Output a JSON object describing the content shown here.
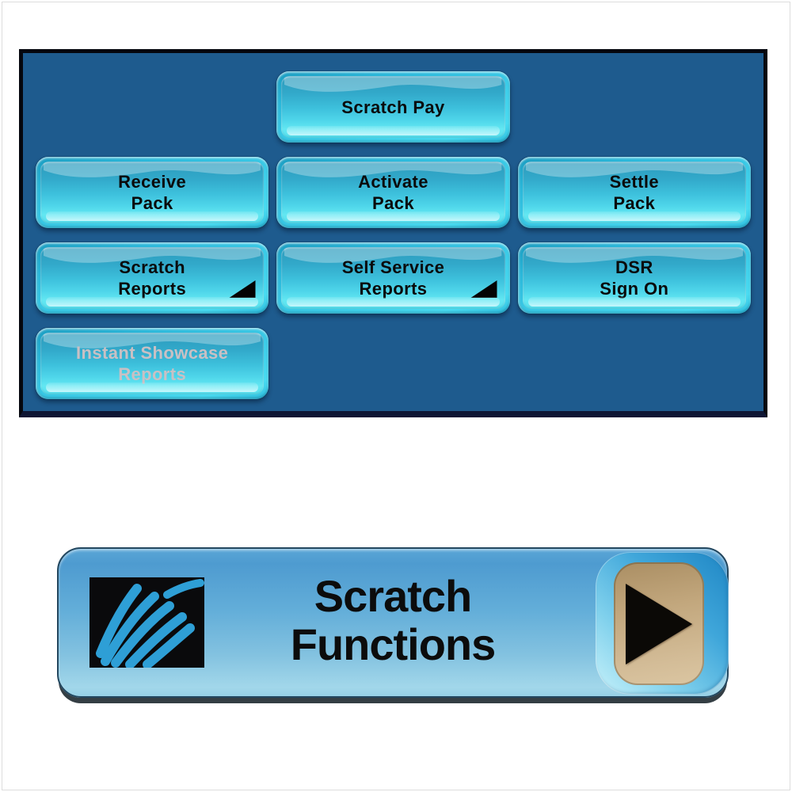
{
  "panel": {
    "buttons": [
      {
        "id": "scratch-pay",
        "line1": "Scratch Pay",
        "line2": ""
      },
      {
        "id": "receive-pack",
        "line1": "Receive",
        "line2": "Pack"
      },
      {
        "id": "activate-pack",
        "line1": "Activate",
        "line2": "Pack"
      },
      {
        "id": "settle-pack",
        "line1": "Settle",
        "line2": "Pack"
      },
      {
        "id": "scratch-reports",
        "line1": "Scratch",
        "line2": "Reports",
        "submenu": true
      },
      {
        "id": "self-service-reports",
        "line1": "Self Service",
        "line2": "Reports",
        "submenu": true
      },
      {
        "id": "dsr-sign-on",
        "line1": "DSR",
        "line2": "Sign On"
      },
      {
        "id": "instant-showcase-reports",
        "line1": "Instant Showcase",
        "line2": "Reports",
        "disabled": true
      }
    ]
  },
  "footer_button": {
    "line1": "Scratch",
    "line2": "Functions",
    "icon": "scratch-scribble-icon",
    "arrow_icon": "play-right-icon"
  },
  "colors": {
    "panel_background": "#1e5b8e",
    "panel_border": "#05070e",
    "button_aqua": "#3ecfea",
    "button_text": "#0a0a0a",
    "disabled_text": "#c9c0c4",
    "big_button_blue": "#63aed9",
    "arrow_pad_tan": "#c2a77d",
    "icon_scribble_blue": "#2e9fd6",
    "page_background": "#ffffff"
  }
}
